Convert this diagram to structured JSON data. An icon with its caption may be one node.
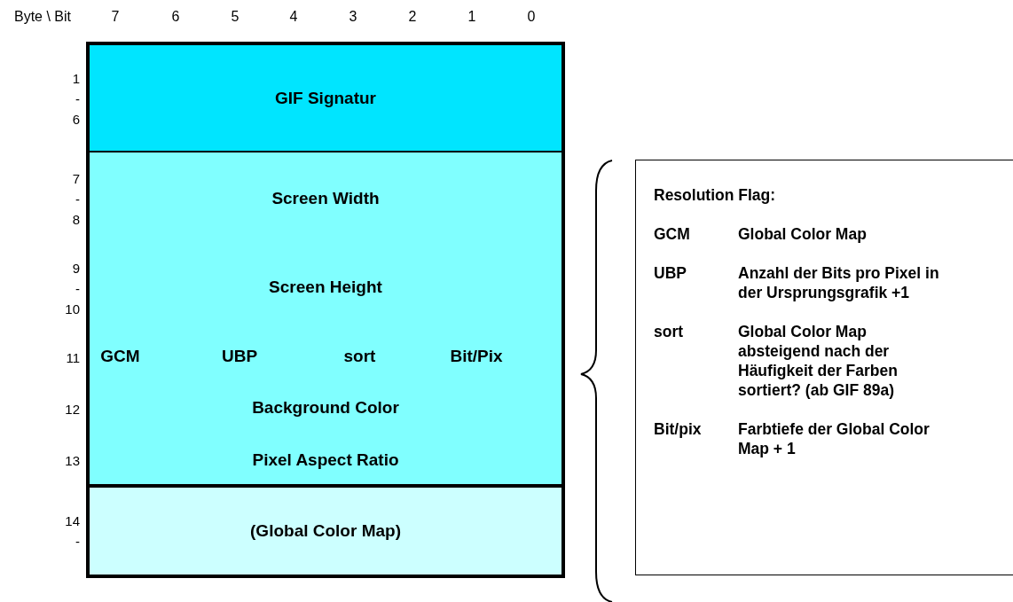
{
  "diagram": {
    "nodes": [
      {
        "text": [
          "GIF Signatur"
        ],
        "beside": [
          "1 - 6"
        ]
      },
      {
        "text": [
          "Screen Width"
        ],
        "beside": [
          "7 - 8"
        ]
      },
      {
        "text": [
          "Screen Height"
        ],
        "beside": [
          "9 - 10"
        ]
      },
      {
        "text": [
          "GCM"
        ],
        "beside": [
          "11"
        ]
      },
      {
        "text": [
          "UBP"
        ]
      },
      {
        "text": [
          "sort"
        ]
      },
      {
        "text": [
          "Bit/Pix"
        ]
      },
      {
        "text": [
          "Background Color"
        ],
        "beside": [
          "12"
        ]
      },
      {
        "text": [
          "Pixel Aspect Ratio"
        ],
        "beside": [
          "13"
        ]
      },
      {
        "text": [
          "(Global Color Map)"
        ],
        "beside": [
          "14 -"
        ]
      },
      {
        "text": [
          "Resolution Flag:",
          "GCM",
          "Global Color Map",
          "UBP",
          "Anzahl der Bits pro Pixel in der Ursprungsgrafik +1",
          "sort",
          "Global Color Map absteigend nach der Häufigkeit der Farben sortiert? (ab GIF 89a)",
          "Bit/pix",
          "Farbtiefe der Global Color Map + 1"
        ]
      }
    ],
    "labels": [
      "Byte \\ Bit",
      "7",
      "6",
      "5",
      "4",
      "3",
      "2",
      "1",
      "0"
    ]
  }
}
